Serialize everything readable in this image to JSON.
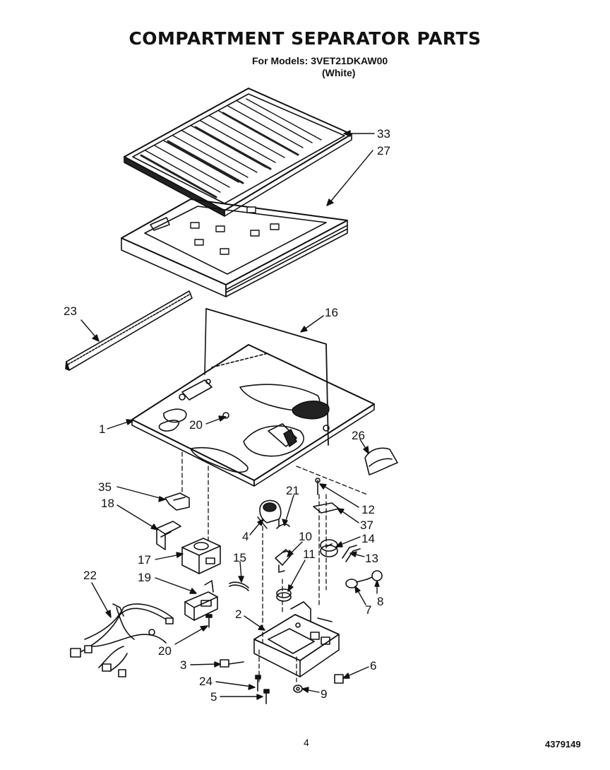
{
  "header": {
    "title": "COMPARTMENT SEPARATOR PARTS",
    "models_line": "For Models: 3VET21DKAW00",
    "color_line": "(White)"
  },
  "footer": {
    "page_number": "4",
    "document_number": "4379149"
  },
  "callouts": {
    "c1": "1",
    "c2": "2",
    "c3": "3",
    "c4": "4",
    "c5": "5",
    "c6": "6",
    "c7": "7",
    "c8": "8",
    "c9": "9",
    "c10": "10",
    "c11": "11",
    "c12": "12",
    "c13": "13",
    "c14": "14",
    "c15": "15",
    "c16": "16",
    "c17": "17",
    "c18": "18",
    "c19": "19",
    "c20a": "20",
    "c20b": "20",
    "c21": "21",
    "c22": "22",
    "c23": "23",
    "c24": "24",
    "c26": "26",
    "c27": "27",
    "c33": "33",
    "c35": "35",
    "c37": "37"
  }
}
